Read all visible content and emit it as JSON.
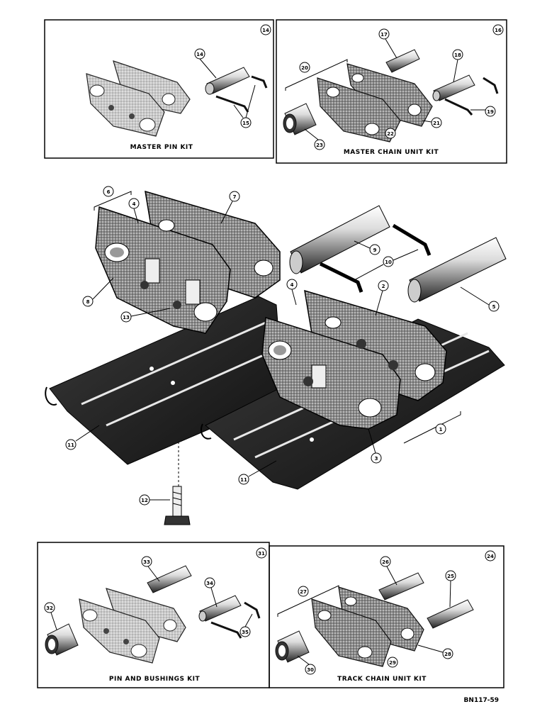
{
  "kits": {
    "master_pin": {
      "label": "MASTER PIN KIT",
      "number": "14",
      "pin": "14",
      "clip": "15"
    },
    "master_chain": {
      "label": "MASTER CHAIN UNIT KIT",
      "number": "16",
      "pin": "17",
      "pin2": "18",
      "clip": "19",
      "group": "20",
      "link": "21",
      "link2": "22",
      "bushing": "23"
    },
    "pin_bushings": {
      "label": "PIN AND BUSHINGS KIT",
      "number": "31",
      "pin": "33",
      "pin2": "34",
      "clip": "35",
      "bushing": "32"
    },
    "track_chain": {
      "label": "TRACK CHAIN UNIT KIT",
      "number": "24",
      "pin": "26",
      "pin2": "25",
      "group": "27",
      "link": "28",
      "link2": "29",
      "bushing": "30"
    }
  },
  "main": {
    "callouts": [
      "1",
      "2",
      "3",
      "4",
      "4",
      "5",
      "6",
      "7",
      "8",
      "9",
      "10",
      "11",
      "11",
      "12",
      "13"
    ]
  },
  "reference": "BN117-59"
}
